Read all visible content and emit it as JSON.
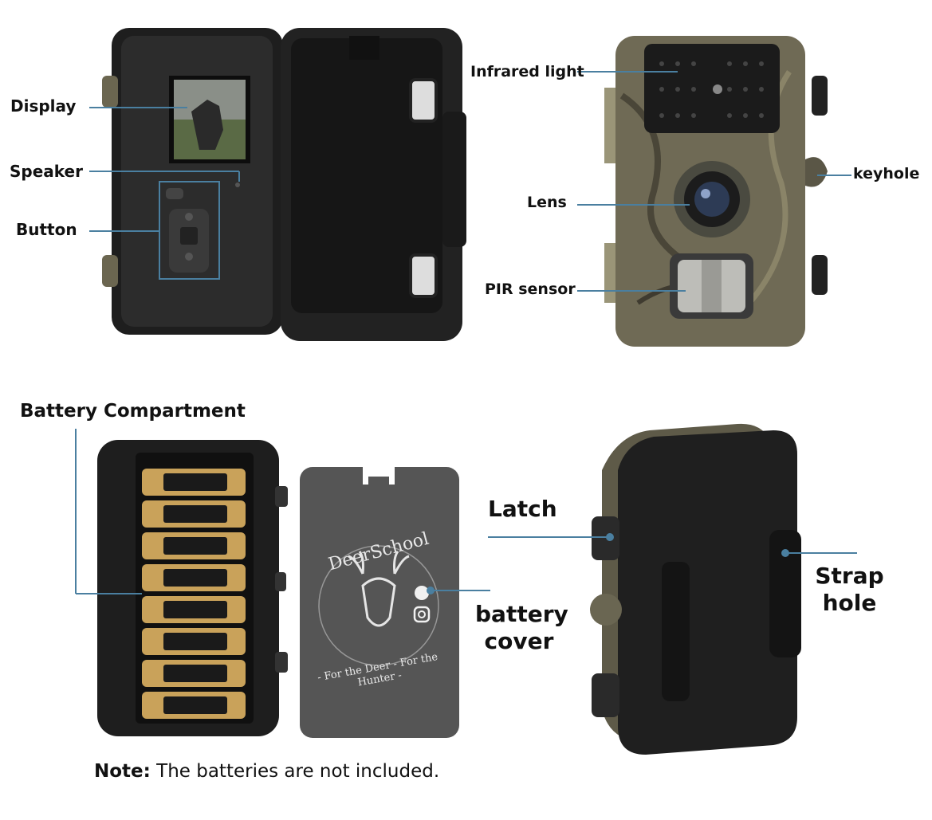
{
  "labels": {
    "display": "Display",
    "speaker": "Speaker",
    "button": "Button",
    "infrared_light": "Infrared light",
    "lens": "Lens",
    "keyhole": "keyhole",
    "pir_sensor": "PIR sensor",
    "battery_compartment": "Battery Compartment",
    "latch": "Latch",
    "battery_cover_line1": "battery",
    "battery_cover_line2": "cover",
    "strap_hole_line1": "Strap",
    "strap_hole_line2": "hole"
  },
  "watermark": {
    "brand": "DeerSchool",
    "tagline": "- For the Deer - For the Hunter -"
  },
  "note": {
    "prefix": "Note:",
    "text": " The batteries are not included."
  },
  "colors": {
    "leader_line": "#4a7fa0",
    "camera_body": "#2a2a2a",
    "camo": "#6f6a55"
  }
}
